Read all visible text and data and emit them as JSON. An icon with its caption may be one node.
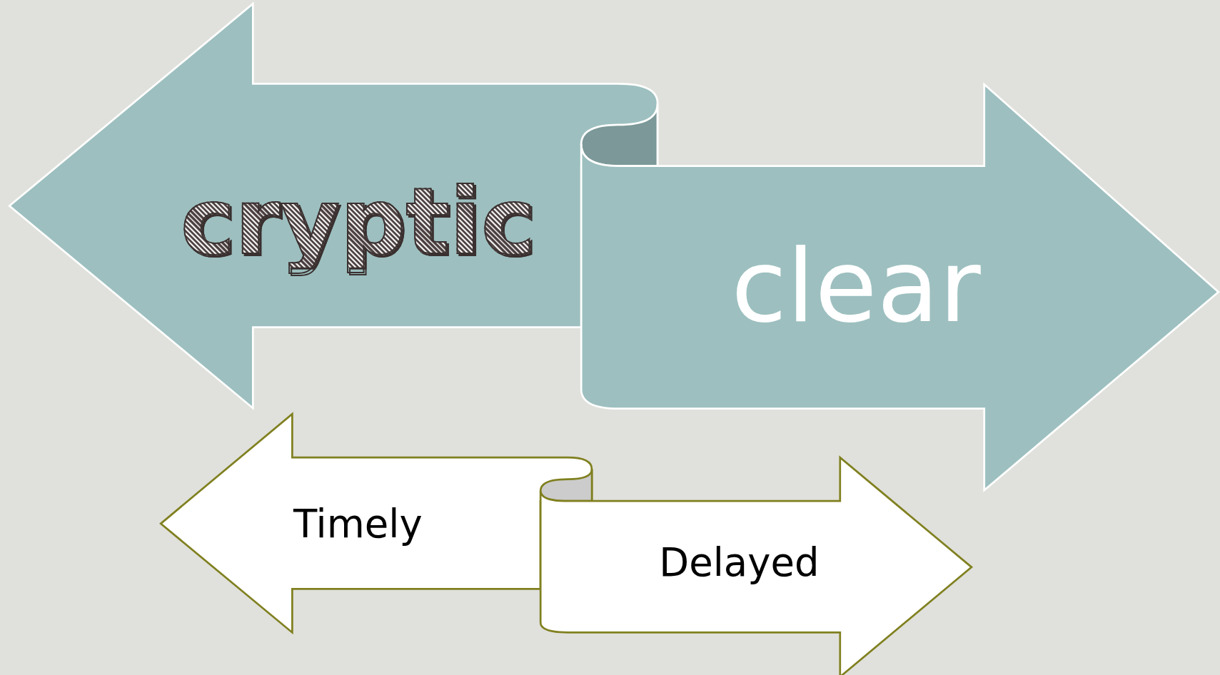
{
  "diagram": {
    "nodes": [
      {
        "text": [
          "cryptic"
        ]
      },
      {
        "text": [
          "clear"
        ]
      },
      {
        "text": [
          "Timely"
        ]
      },
      {
        "text": [
          "Delayed"
        ]
      }
    ]
  }
}
